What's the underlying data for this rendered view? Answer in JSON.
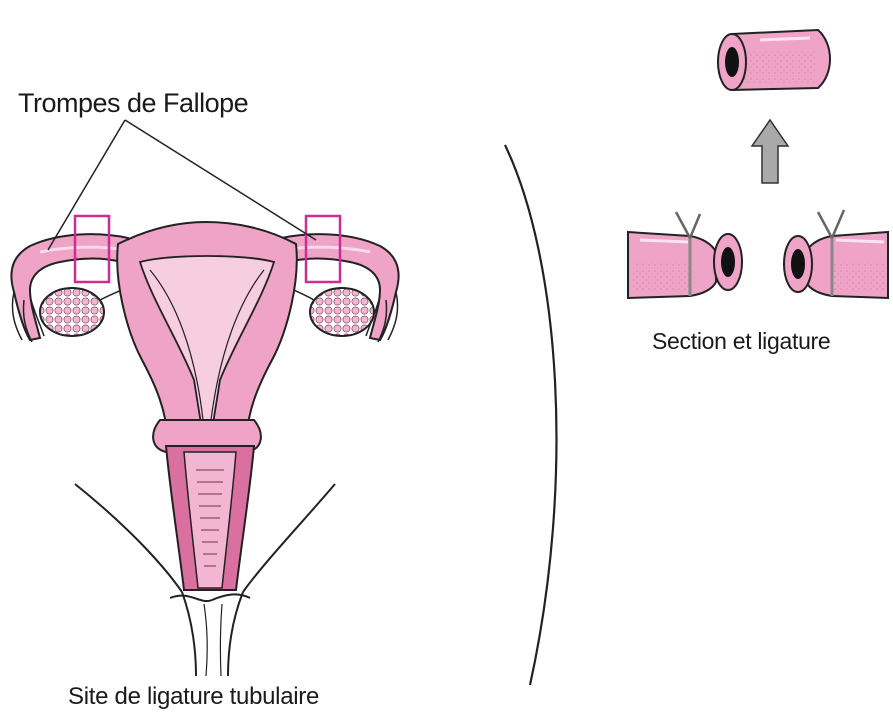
{
  "labels": {
    "fallopian_tubes": "Trompes de Fallope",
    "section_ligature": "Section et ligature",
    "ligation_site": "Site de ligature tubulaire"
  },
  "colors": {
    "tissue_pink": "#efa3c6",
    "tissue_light": "#f7cde0",
    "tissue_dark": "#d9709f",
    "outline": "#222222",
    "highlight_box": "#cc2e8f",
    "arrow_gray": "#a9a9a9"
  }
}
